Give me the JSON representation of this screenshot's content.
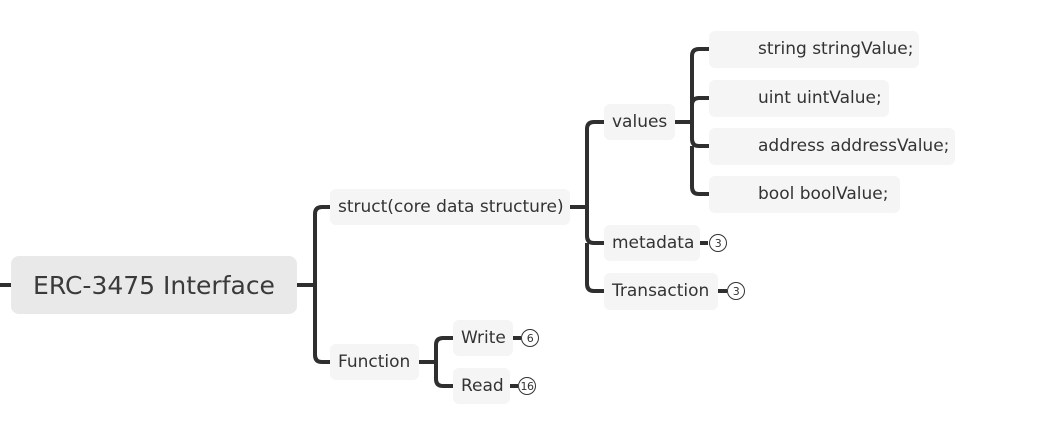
{
  "mindmap": {
    "root": {
      "label": "ERC-3475 Interface"
    },
    "struct": {
      "label": "struct(core data structure)",
      "values": {
        "label": "values",
        "items": [
          {
            "label": "string stringValue;"
          },
          {
            "label": "uint uintValue;"
          },
          {
            "label": "address addressValue;"
          },
          {
            "label": "bool boolValue;"
          }
        ]
      },
      "metadata": {
        "label": "metadata",
        "collapsed_count": "3"
      },
      "transaction": {
        "label": "Transaction",
        "collapsed_count": "3"
      }
    },
    "function": {
      "label": "Function",
      "write": {
        "label": "Write",
        "collapsed_count": "6"
      },
      "read": {
        "label": "Read",
        "collapsed_count": "16"
      }
    }
  },
  "colors": {
    "connector": "#2f2f2f",
    "node_fill": "#f5f5f5",
    "root_fill": "#e9e9e9",
    "text": "#333333"
  }
}
